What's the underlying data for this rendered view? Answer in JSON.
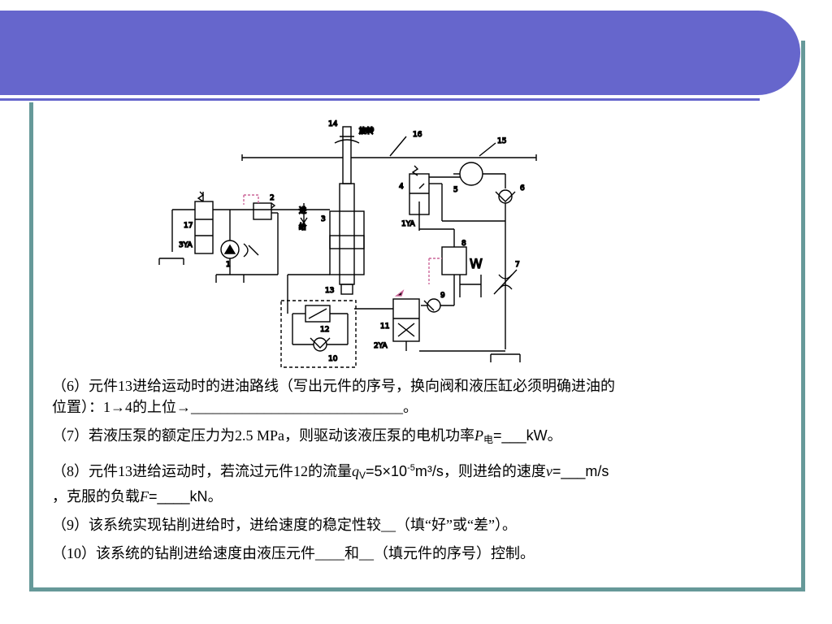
{
  "diagram": {
    "labels": {
      "n1": "1",
      "n2": "2",
      "n3": "3",
      "n4": "4",
      "n5": "5",
      "n6": "6",
      "n7": "7",
      "n8": "8",
      "n9": "9",
      "n10": "10",
      "n11": "11",
      "n12": "12",
      "n13": "13",
      "n14": "14",
      "n15": "15",
      "n16": "16",
      "n17": "17",
      "rotate": "旋转",
      "feed_1": "进",
      "feed_2": "给",
      "ya1": "1YA",
      "ya2": "2YA",
      "ya3": "3YA",
      "w": "W"
    }
  },
  "questions": {
    "q6": {
      "line1": "（6）元件13进给运动时的进油路线（写出元件的序号，换向阀和液压缸必须明确进油的",
      "line2_prefix": "位置）：1→4的上位→",
      "line2_blank": "_____________________________",
      "line2_end": "。"
    },
    "q7": {
      "prefix": "（7）若液压泵的额定压力为2.5 MPa，则驱动该液压泵的电机功率",
      "var": "P",
      "sub": "电",
      "blank": "=___kW",
      "end": "。"
    },
    "q8": {
      "prefix": "（8）元件13进给运动时，若流过元件12的流量",
      "var": "q",
      "sub": "V",
      "eq": "=5×10",
      "sup": "-5",
      "unit": "m³/s",
      "mid": "，则进给的速度",
      "var2": "v",
      "blank2": "=___m/s",
      "line2_prefix": "，克服的负载",
      "var3": "F",
      "blank3": "=____kN",
      "end": "。"
    },
    "q9": {
      "prefix": "（9）该系统实现钻削进给时，进给速度的稳定性较",
      "blank": "__",
      "suffix": "（填“好”或“差”）。"
    },
    "q10": {
      "prefix": "（10）该系统的钻削进给速度由液压元件",
      "blank1": "____",
      "mid": "和",
      "blank2": "__",
      "suffix": "（填元件的序号）控制。"
    }
  }
}
